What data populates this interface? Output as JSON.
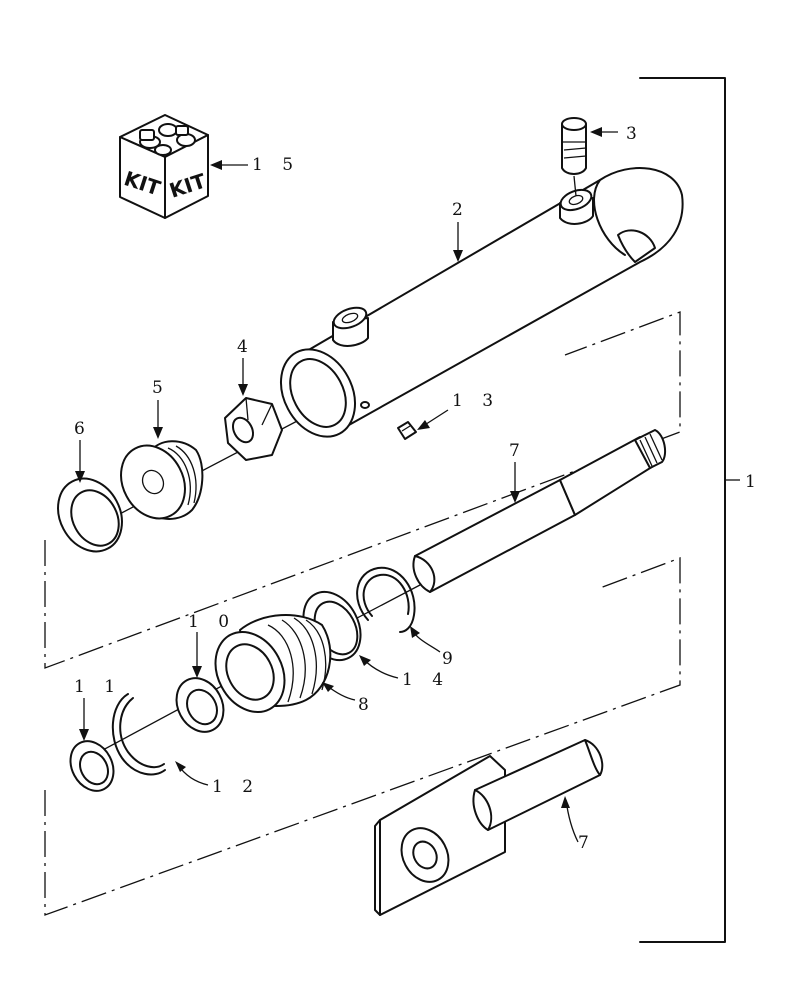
{
  "diagram": {
    "callouts": {
      "c1": "1",
      "c2": "2",
      "c3": "3",
      "c4": "4",
      "c5": "5",
      "c6": "6",
      "c7a": "7",
      "c7b": "7",
      "c8": "8",
      "c9": "9",
      "c10": "1 0",
      "c11": "1 1",
      "c12": "1 2",
      "c13": "1 3",
      "c14": "1 4",
      "c15": "1 5"
    },
    "kit_box": {
      "label_left": "KIT",
      "label_right": "KIT"
    }
  }
}
